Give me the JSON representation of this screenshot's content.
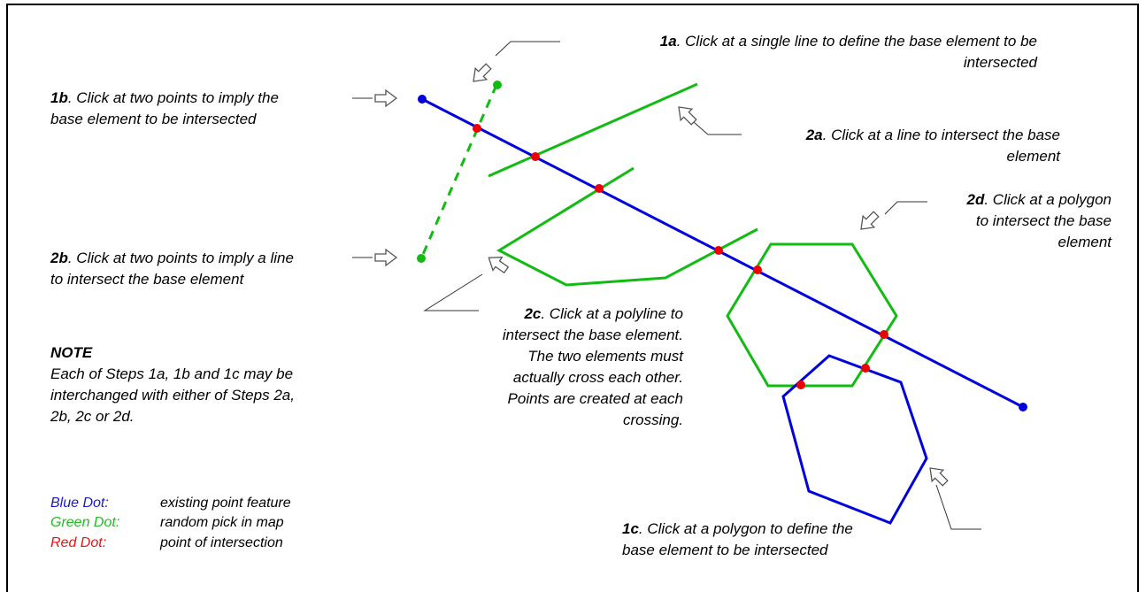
{
  "annotations": {
    "a1": {
      "step": "1a",
      "text": ". Click at a single line to define the base element to be",
      "text2": "intersected"
    },
    "b1": {
      "step": "1b",
      "text": ". Click at two points to imply the",
      "text2": "base element to be intersected"
    },
    "a2": {
      "step": "2a",
      "text": ". Click at a line to intersect the base",
      "text2": "element"
    },
    "b2": {
      "step": "2b",
      "text": ". Click at two points to imply a line",
      "text2": "to intersect the base element"
    },
    "d2": {
      "step": "2d",
      "text": ". Click at a polygon",
      "text2": "to intersect the base",
      "text3": "element"
    },
    "c2": {
      "step": "2c",
      "text": ". Click at a polyline to",
      "lines": [
        "intersect the base element.",
        "The two elements must",
        "actually cross each other.",
        "Points are created at each",
        "crossing."
      ]
    },
    "c1": {
      "step": "1c",
      "text": ". Click at a polygon to define the",
      "text2": "base element to be intersected"
    }
  },
  "note": {
    "title": "NOTE",
    "lines": [
      "Each of Steps 1a, 1b and 1c may be",
      "interchanged with either of Steps 2a,",
      "2b, 2c or 2d."
    ]
  },
  "legend": [
    {
      "key": "Blue Dot:",
      "desc": "existing point feature",
      "color": "#1a1acc"
    },
    {
      "key": "Green Dot:",
      "desc": "random pick in map",
      "color": "#22bb22"
    },
    {
      "key": "Red Dot:",
      "desc": "point of intersection",
      "color": "#ee1111"
    }
  ],
  "colors": {
    "base": "#0000dd",
    "intersect": "#11bb11",
    "intersection": "#ee0000"
  }
}
